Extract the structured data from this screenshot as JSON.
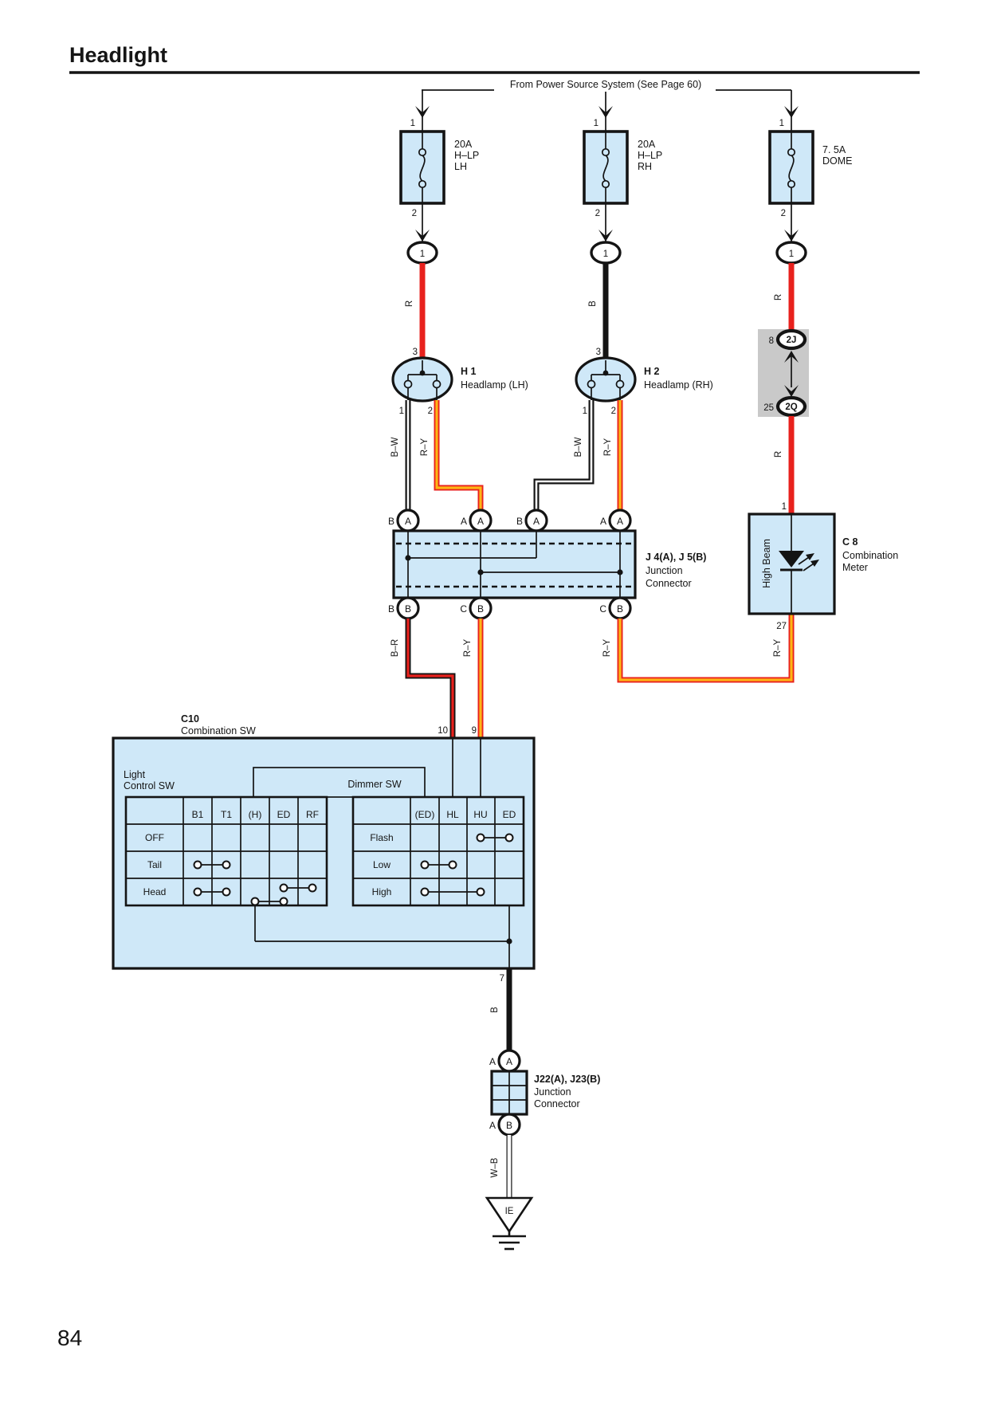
{
  "page": {
    "title": "Headlight",
    "page_number": "84",
    "power_source_note": "From Power Source System (See Page 60)"
  },
  "colors": {
    "component_fill": "#cfe8f8",
    "inline_connector_fill": "#c9c9c9",
    "wire_red": "#e8211d",
    "wire_yellow": "#fdb515",
    "line_black": "#141414"
  },
  "fuses": [
    {
      "pin_in": "1",
      "pin_out": "2",
      "rating": "20A",
      "name1": "H–LP",
      "name2": "LH",
      "connector_pin": "1",
      "wire_label": "R",
      "lamp_pin": "3"
    },
    {
      "pin_in": "1",
      "pin_out": "2",
      "rating": "20A",
      "name1": "H–LP",
      "name2": "RH",
      "connector_pin": "1",
      "wire_label": "B",
      "lamp_pin": "3"
    },
    {
      "pin_in": "1",
      "pin_out": "2",
      "rating": "7. 5A",
      "name1": "DOME",
      "name2": "",
      "connector_pin": "1",
      "wire_label": "R"
    }
  ],
  "headlamps": [
    {
      "code": "H 1",
      "name": "Headlamp (LH)",
      "pin_low": "1",
      "pin_high": "2",
      "wire_low": "B–W",
      "wire_high": "R–Y"
    },
    {
      "code": "H 2",
      "name": "Headlamp (RH)",
      "pin_low": "1",
      "pin_high": "2",
      "wire_low": "B–W",
      "wire_high": "R–Y"
    }
  ],
  "inline_connector": {
    "pin_top": "8",
    "code_top": "2J",
    "pin_bottom": "25",
    "code_bottom": "2Q",
    "wire_below": "R"
  },
  "junction_j4": {
    "code": "J 4(A), J 5(B)",
    "name1": "Junction",
    "name2": "Connector",
    "t_top": [
      {
        "out": "B",
        "in": "A"
      },
      {
        "out": "A",
        "in": "A"
      },
      {
        "out": "B",
        "in": "A"
      },
      {
        "out": "A",
        "in": "A"
      }
    ],
    "t_bottom": [
      {
        "out": "B",
        "in": "B"
      },
      {
        "out": "C",
        "in": "B"
      },
      {
        "out": "C",
        "in": "B"
      }
    ],
    "wires_bottom": [
      "B–R",
      "R–Y",
      "R–Y"
    ]
  },
  "combination_meter": {
    "code": "C 8",
    "name1": "Combination",
    "name2": "Meter",
    "pin_in": "1",
    "pin_out": "27",
    "lamp_label": "High Beam",
    "wire_out": "R–Y"
  },
  "combination_sw": {
    "code": "C10",
    "name": "Combination SW",
    "pin_low": "10",
    "pin_high": "9",
    "pin_ground": "7",
    "wire_ground": "B",
    "light_control": {
      "name1": "Light",
      "name2": "Control SW",
      "columns": [
        "B1",
        "T1",
        "(H)",
        "ED",
        "RF"
      ],
      "rows": [
        "OFF",
        "Tail",
        "Head"
      ],
      "contacts": [
        {
          "row": "Tail",
          "from": "B1",
          "to": "T1"
        },
        {
          "row": "Head",
          "from": "B1",
          "to": "T1"
        },
        {
          "row": "Head",
          "from": "ED",
          "to": "RF"
        },
        {
          "row": "Head",
          "from": "(H)",
          "to": "ED"
        }
      ]
    },
    "dimmer": {
      "name": "Dimmer SW",
      "columns": [
        "(ED)",
        "HL",
        "HU",
        "ED"
      ],
      "rows": [
        "Flash",
        "Low",
        "High"
      ],
      "contacts": [
        {
          "row": "Flash",
          "from": "HU",
          "to": "ED"
        },
        {
          "row": "Low",
          "from": "(ED)",
          "to": "HL"
        },
        {
          "row": "High",
          "from": "(ED)",
          "to": "HU"
        }
      ]
    }
  },
  "junction_j22": {
    "code": "J22(A), J23(B)",
    "name1": "Junction",
    "name2": "Connector",
    "top_out": "A",
    "top_in": "A",
    "bottom_out": "A",
    "bottom_in": "B",
    "wire_below": "W–B"
  },
  "ground": {
    "code": "IE"
  }
}
